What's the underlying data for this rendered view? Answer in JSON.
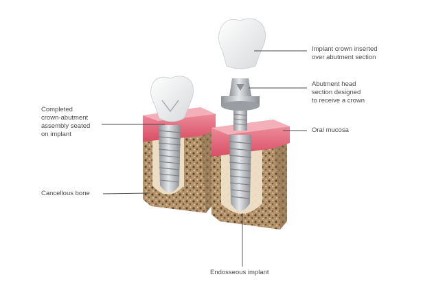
{
  "labels": {
    "crown_assembly": "Completed\ncrown-abutment\nassembly seated\non implant",
    "cancellous_bone": "Cancellous bone",
    "implant_crown": "Implant crown inserted\nover abutment section",
    "abutment_head": "Abutment head\nsection designed\nto receive a crown",
    "oral_mucosa": "Oral mucosa",
    "endosseous_implant": "Endosseous implant"
  },
  "colors": {
    "gum": "#e8677a",
    "gum_top": "#f3a3ae",
    "bone": "#c9ad86",
    "bone_inner": "#efe2c8",
    "metal": "#b9bcc0",
    "crown": "#f1f2f3",
    "leader": "#4a4a4a"
  }
}
